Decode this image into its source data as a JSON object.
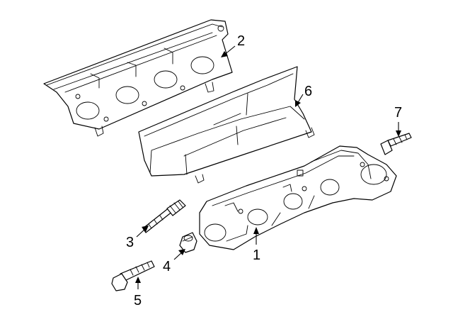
{
  "parts": [
    {
      "id": "p1",
      "callout": "1",
      "icon": "exhaust-manifold-icon"
    },
    {
      "id": "p2",
      "callout": "2",
      "icon": "manifold-gasket-icon"
    },
    {
      "id": "p3",
      "callout": "3",
      "icon": "stud-icon"
    },
    {
      "id": "p4",
      "callout": "4",
      "icon": "nut-icon"
    },
    {
      "id": "p5",
      "callout": "5",
      "icon": "bolt-icon"
    },
    {
      "id": "p6",
      "callout": "6",
      "icon": "heat-shield-icon"
    },
    {
      "id": "p7",
      "callout": "7",
      "icon": "shield-bolt-icon"
    }
  ]
}
